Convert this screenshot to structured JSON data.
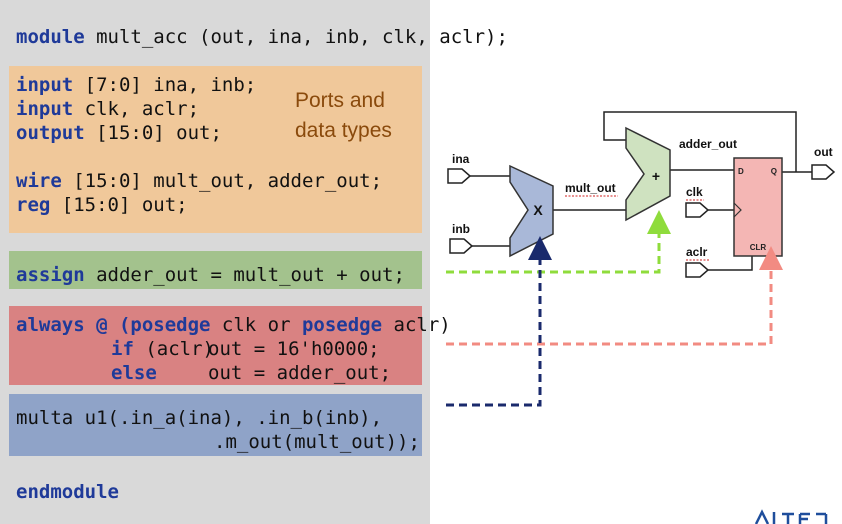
{
  "code": {
    "module_kw": "module",
    "module_rest": " mult_acc (out, ina, inb, clk, aclr);",
    "input_kw1": "input",
    "input_rest1": " [7:0] ina, inb;",
    "input_kw2": "input",
    "input_rest2": " clk, aclr;",
    "output_kw": "output",
    "output_rest": " [15:0] out;",
    "wire_kw": "wire",
    "wire_rest": " [15:0] mult_out, adder_out;",
    "reg_kw": "reg",
    "reg_rest": " [15:0] out;",
    "assign_kw": "assign",
    "assign_rest": " adder_out = mult_out + out;",
    "always_kw": "always @ (",
    "posedge1_kw": "posedge",
    "always_mid": " clk or ",
    "posedge2_kw": "posedge",
    "always_end": " aclr)",
    "if_kw": "if",
    "if_rest": " (aclr)",
    "if_assign": "out = 16'h0000;",
    "else_kw": "else",
    "else_assign": "out = adder_out;",
    "inst_line1": "multa u1(.in_a(ina), .in_b(inb),",
    "inst_line2": ".m_out(mult_out));",
    "endmodule_kw": "endmodule"
  },
  "annotation": {
    "line1": "Ports and",
    "line2": "data types"
  },
  "diagram": {
    "ina": "ina",
    "inb": "inb",
    "mult_symbol": "X",
    "mult_out": "mult_out",
    "adder_symbol": "+",
    "adder_out": "adder_out",
    "clk": "clk",
    "aclr": "aclr",
    "out": "out",
    "ff_d": "D",
    "ff_q": "Q",
    "ff_clr": "CLR"
  },
  "colors": {
    "ports": "#f0c89a",
    "assign": "#a3c28d",
    "always": "#d98282",
    "instance": "#8fa3c8",
    "keyword": "#1f3a99",
    "green_dash": "#8fdc3c",
    "red_dash": "#f28b82",
    "navy_dash": "#1a2a6c"
  }
}
